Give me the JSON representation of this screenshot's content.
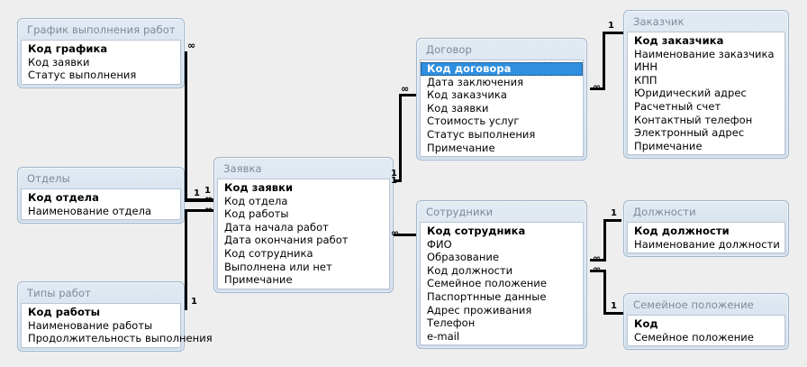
{
  "diagram": {
    "kind": "database-relationships",
    "background_color": "#eeeeee",
    "selected_field": "Код договора",
    "selection_color": "#2f8fe0"
  },
  "tables": [
    {
      "id": "grafik",
      "title": "График выполнения работ",
      "fields": [
        "Код графика",
        "Код заявки",
        "Статус выполнения"
      ],
      "primary_key": "Код графика"
    },
    {
      "id": "otdely",
      "title": "Отделы",
      "fields": [
        "Код отдела",
        "Наименование отдела"
      ],
      "primary_key": "Код отдела"
    },
    {
      "id": "tipy_rabot",
      "title": "Типы работ",
      "fields": [
        "Код работы",
        "Наименование работы",
        "Продолжительность выполнения"
      ],
      "primary_key": "Код работы"
    },
    {
      "id": "zayavka",
      "title": "Заявка",
      "fields": [
        "Код заявки",
        "Код отдела",
        "Код работы",
        "Дата начала работ",
        "Дата окончания работ",
        "Код сотрудника",
        "Выполнена или нет",
        "Примечание"
      ],
      "primary_key": "Код заявки"
    },
    {
      "id": "dogovor",
      "title": "Договор",
      "fields": [
        "Код договора",
        "Дата заключения",
        "Код заказчика",
        "Код заявки",
        "Стоимость услуг",
        "Статус выполнения",
        "Примечание"
      ],
      "primary_key": "Код договора"
    },
    {
      "id": "sotrudniki",
      "title": "Сотрудники",
      "fields": [
        "Код сотрудника",
        "ФИО",
        "Образование",
        "Код должности",
        "Семейное положение",
        "Паспортнные данные",
        "Адрес проживания",
        "Телефон",
        "e-mail"
      ],
      "primary_key": "Код сотрудника"
    },
    {
      "id": "zakazchik",
      "title": "Заказчик",
      "fields": [
        "Код заказчика",
        "Наименование заказчика",
        "ИНН",
        "КПП",
        "Юридический адрес",
        "Расчетный счет",
        "Контактный телефон",
        "Электронный адрес",
        "Примечание"
      ],
      "primary_key": "Код заказчика"
    },
    {
      "id": "doljnosti",
      "title": "Должности",
      "fields": [
        "Код должности",
        "Наименование должности"
      ],
      "primary_key": "Код должности"
    },
    {
      "id": "semejnoe",
      "title": "Семейное положение",
      "fields": [
        "Код",
        "Семейное положение"
      ],
      "primary_key": "Код"
    }
  ],
  "cardinality_labels": {
    "one": "1",
    "many": "∞"
  },
  "relationships": [
    {
      "id": "zayavka-grafik",
      "from": "Заявка",
      "to": "График выполнения работ",
      "from_card": "1",
      "to_card": "∞"
    },
    {
      "id": "otdely-zayavka",
      "from": "Отделы",
      "to": "Заявка",
      "from_card": "1",
      "to_card": "∞"
    },
    {
      "id": "tipy-zayavka",
      "from": "Типы работ",
      "to": "Заявка",
      "from_card": "1",
      "to_card": "∞"
    },
    {
      "id": "zayavka-dogovor",
      "from": "Заявка",
      "to": "Договор",
      "from_card": "1",
      "to_card": "∞"
    },
    {
      "id": "zakazchik-dogovor",
      "from": "Заказчик",
      "to": "Договор",
      "from_card": "1",
      "to_card": "∞"
    },
    {
      "id": "sotrudniki-zayavka",
      "from": "Сотрудники",
      "to": "Заявка",
      "from_card": "1",
      "to_card": "∞"
    },
    {
      "id": "doljnosti-sotr",
      "from": "Должности",
      "to": "Сотрудники",
      "from_card": "1",
      "to_card": "∞"
    },
    {
      "id": "semejnoe-sotr",
      "from": "Семейное положение",
      "to": "Сотрудники",
      "from_card": "1",
      "to_card": "∞"
    }
  ]
}
